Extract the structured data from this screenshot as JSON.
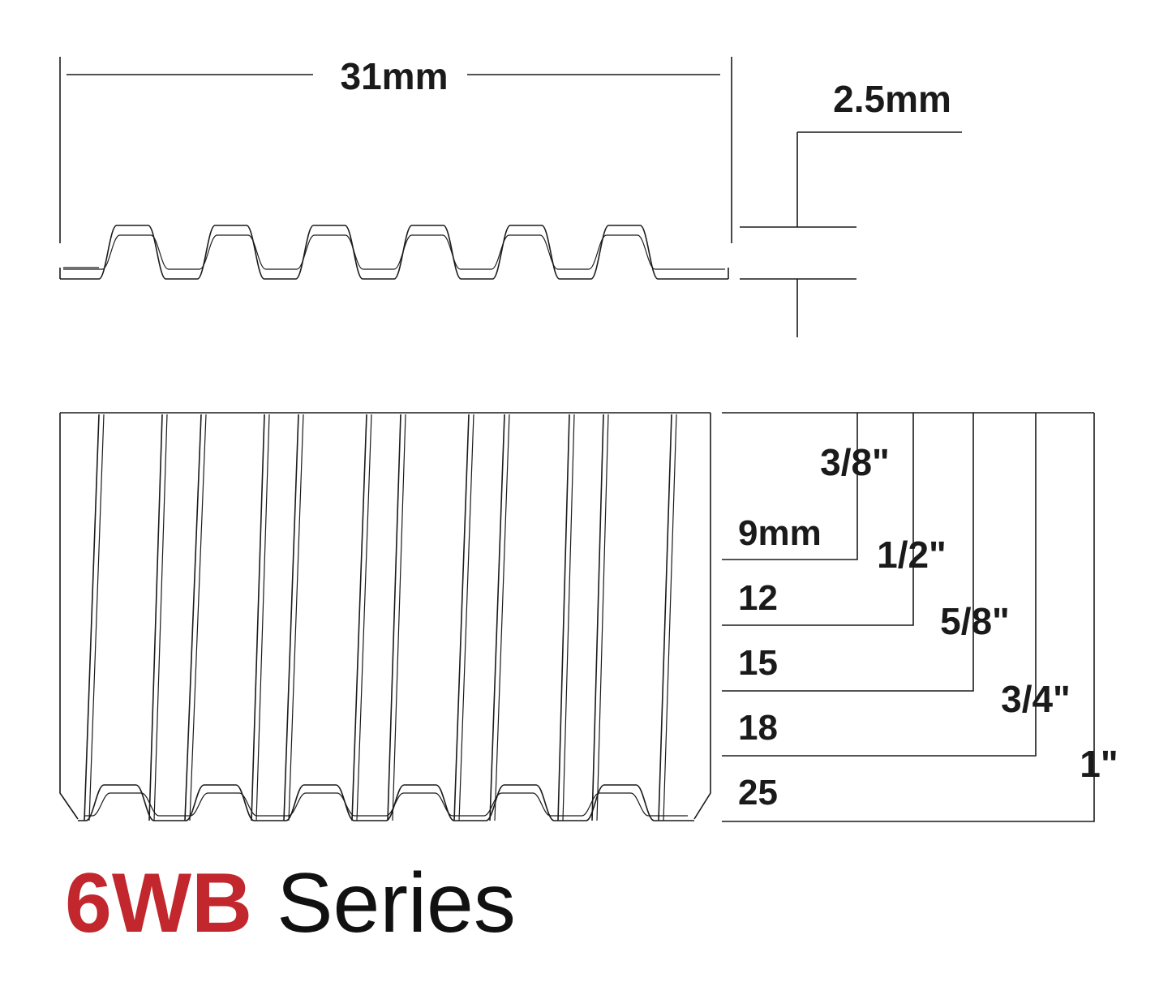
{
  "dimensions": {
    "crown_width": "31mm",
    "wire_thickness": "2.5mm"
  },
  "lengths": [
    {
      "metric": "9mm",
      "imperial": "3/8\""
    },
    {
      "metric": "12",
      "imperial": "1/2\""
    },
    {
      "metric": "15",
      "imperial": "5/8\""
    },
    {
      "metric": "18",
      "imperial": "3/4\""
    },
    {
      "metric": "25",
      "imperial": "1\""
    }
  ],
  "title": {
    "code": "6WB",
    "word": "Series"
  },
  "colors": {
    "accent": "#c1272d",
    "line": "#1a1a1a"
  }
}
